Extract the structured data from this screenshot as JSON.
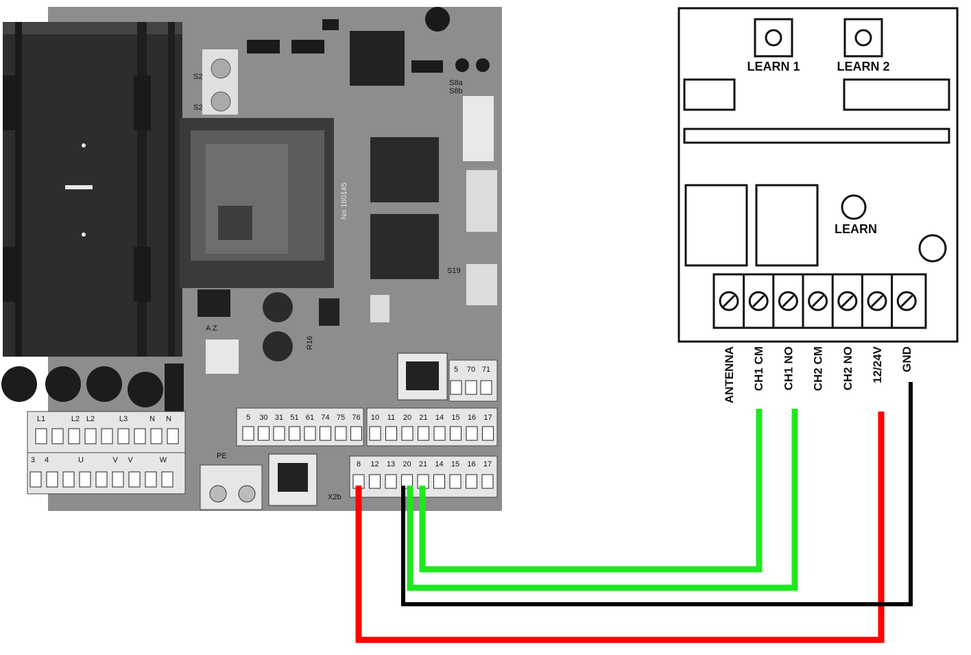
{
  "receiver": {
    "buttons": [
      "LEARN 1",
      "LEARN 2"
    ],
    "learn_label": "LEARN",
    "terminals": [
      "ANTENNA",
      "CH1 CM",
      "CH1 NO",
      "CH2 CM",
      "CH2 NO",
      "12/24V",
      "GND"
    ]
  },
  "board": {
    "label_no": "No 160145",
    "label_az": "A   Z",
    "label_r16": "R16",
    "label_s19": "S19",
    "label_x2b": "X2b",
    "label_pe": "PE",
    "rj_block_labels": [
      "5",
      "70",
      "71"
    ],
    "upper_row_a_labels": [
      "5",
      "30",
      "31",
      "51",
      "61",
      "74",
      "75",
      "76"
    ],
    "upper_row_b_labels": [
      "10",
      "11",
      "20",
      "21",
      "14",
      "15",
      "16",
      "17"
    ],
    "lower_row_labels": [
      "8",
      "12",
      "13",
      "20",
      "21",
      "14",
      "15",
      "16",
      "17"
    ],
    "power_top_labels": [
      "L1",
      "L2",
      "L2",
      "L3",
      "N",
      "N"
    ],
    "power_bottom_labels": [
      "3",
      "4",
      "U",
      "V",
      "V",
      "W"
    ],
    "switch_labels": [
      "S2",
      "S2"
    ],
    "jumper_labels": [
      "S8a",
      "S8b"
    ]
  },
  "wires": [
    {
      "name": "ch1-cm-wire",
      "color": "#1ee81e"
    },
    {
      "name": "ch1-no-wire",
      "color": "#1ee81e"
    },
    {
      "name": "gnd-wire",
      "color": "#000000"
    },
    {
      "name": "power-wire",
      "color": "#ff0000"
    }
  ]
}
